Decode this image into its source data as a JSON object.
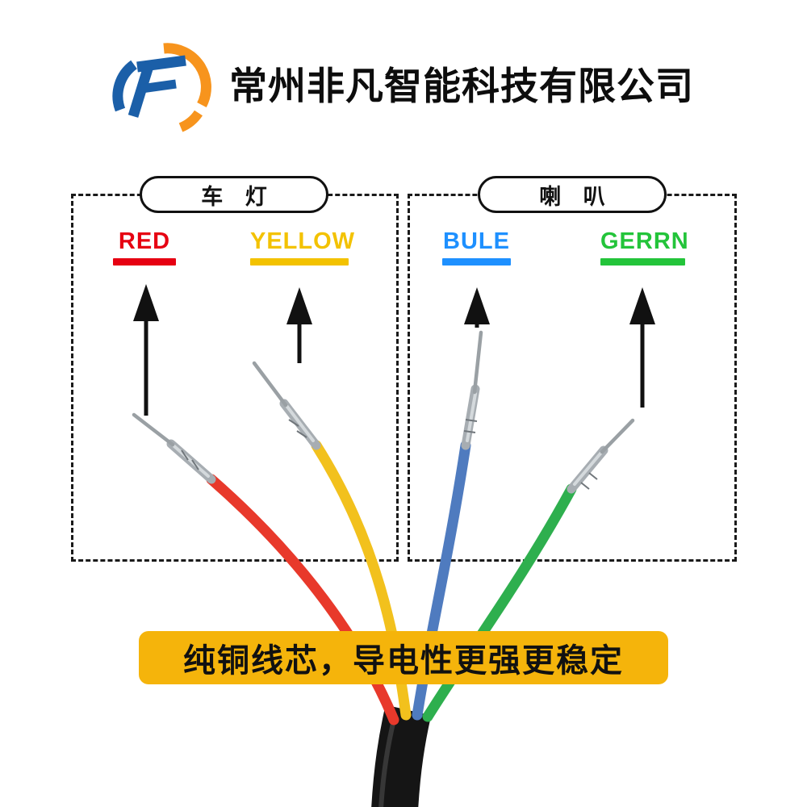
{
  "header": {
    "company_name": "常州非凡智能科技有限公司",
    "logo": {
      "letter": "F",
      "blue": "#1b5fa8",
      "orange": "#f7941d"
    }
  },
  "groups": [
    {
      "title": "车 灯",
      "wires": [
        {
          "label": "RED",
          "color": "#e60012"
        },
        {
          "label": "YELLOW",
          "color": "#f3c200"
        }
      ]
    },
    {
      "title": "喇 叭",
      "wires": [
        {
          "label": "BULE",
          "color": "#1e90ff"
        },
        {
          "label": "GERRN",
          "color": "#23c43a"
        }
      ]
    }
  ],
  "banner": {
    "text": "纯铜线芯，导电性更强更稳定",
    "bg": "#f5b40b"
  },
  "diagram": {
    "arrow_color": "#111111",
    "cable_color": "#151515",
    "terminal_color": "#a7adb2"
  }
}
